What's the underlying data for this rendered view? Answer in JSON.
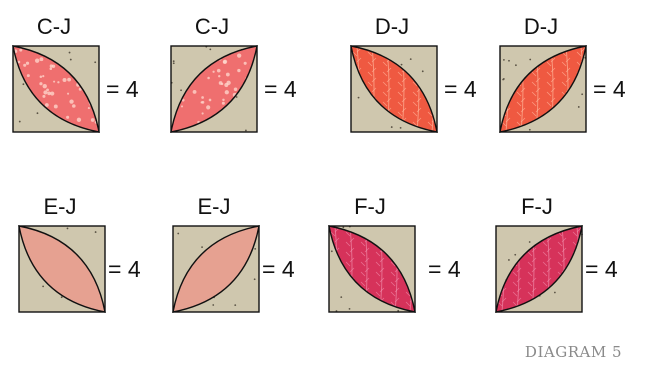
{
  "blocks": [
    {
      "label": "C-J",
      "count": "= 4",
      "orientation": "tl-br",
      "fabric": "coral-dots",
      "color": "#ef6f6f"
    },
    {
      "label": "C-J",
      "count": "= 4",
      "orientation": "bl-tr",
      "fabric": "coral-dots",
      "color": "#ef6f6f"
    },
    {
      "label": "D-J",
      "count": "= 4",
      "orientation": "tl-br",
      "fabric": "orange-leaves",
      "color": "#ef5941"
    },
    {
      "label": "D-J",
      "count": "= 4",
      "orientation": "bl-tr",
      "fabric": "orange-leaves",
      "color": "#ef5941"
    },
    {
      "label": "E-J",
      "count": "= 4",
      "orientation": "tl-br",
      "fabric": "solid-pink",
      "color": "#e6a191"
    },
    {
      "label": "E-J",
      "count": "= 4",
      "orientation": "bl-tr",
      "fabric": "solid-pink",
      "color": "#e6a191"
    },
    {
      "label": "F-J",
      "count": "= 4",
      "orientation": "tl-br",
      "fabric": "raspberry-leaves",
      "color": "#d6325a"
    },
    {
      "label": "F-J",
      "count": "= 4",
      "orientation": "bl-tr",
      "fabric": "raspberry-leaves",
      "color": "#d6325a"
    }
  ],
  "background_fabric_color": "#cfc7ae",
  "caption": "DIAGRAM 5"
}
